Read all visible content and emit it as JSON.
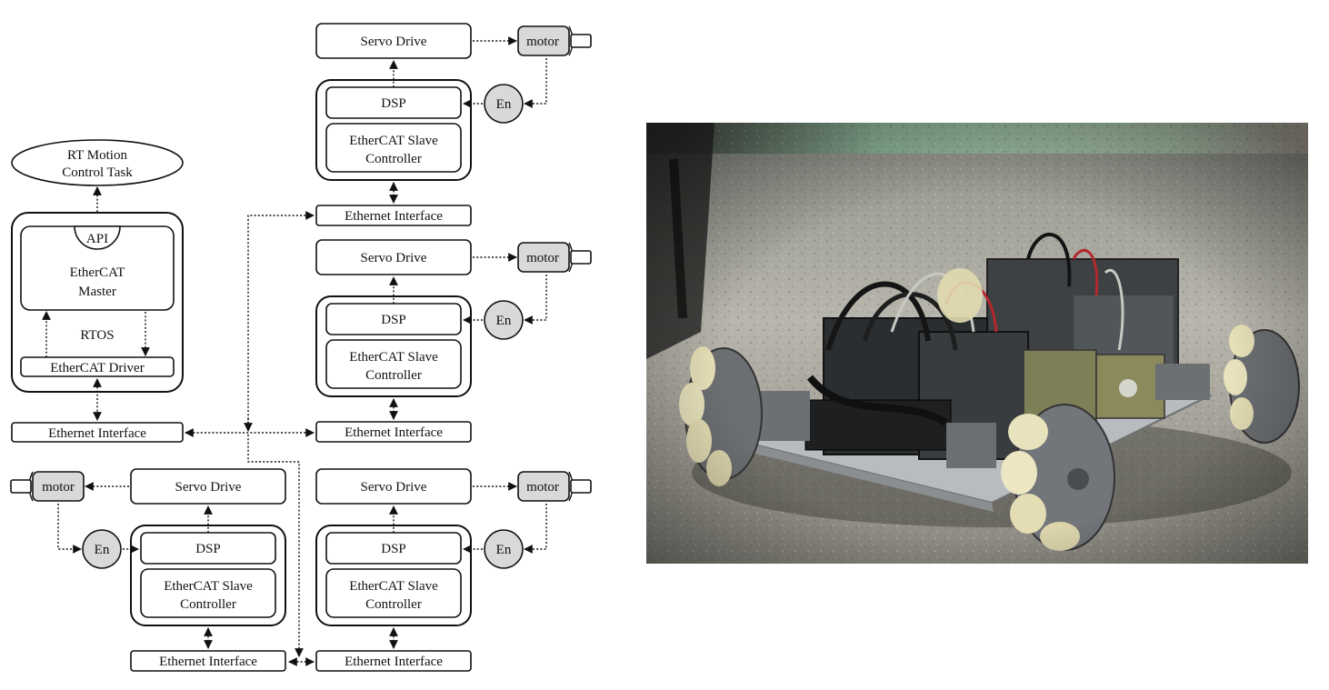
{
  "task": {
    "line1": "RT  Motion",
    "line2": "Control Task"
  },
  "master": {
    "api": "API",
    "line1": "EtherCAT",
    "line2": "Master",
    "rtos": "RTOS",
    "driver": "EtherCAT Driver",
    "ethernet": "Ethernet Interface"
  },
  "slaves": [
    {
      "servo": "Servo Drive",
      "motor": "motor",
      "encoder": "En",
      "dsp": "DSP",
      "esc1": "EtherCAT Slave",
      "esc2": "Controller",
      "ethernet": "Ethernet Interface"
    },
    {
      "servo": "Servo Drive",
      "motor": "motor",
      "encoder": "En",
      "dsp": "DSP",
      "esc1": "EtherCAT Slave",
      "esc2": "Controller",
      "ethernet": "Ethernet Interface"
    },
    {
      "servo": "Servo Drive",
      "motor": "motor",
      "encoder": "En",
      "dsp": "DSP",
      "esc1": "EtherCAT Slave",
      "esc2": "Controller",
      "ethernet": "Ethernet Interface"
    },
    {
      "servo": "Servo Drive",
      "motor": "motor",
      "encoder": "En",
      "dsp": "DSP",
      "esc1": "EtherCAT Slave",
      "esc2": "Controller",
      "ethernet": "Ethernet Interface"
    }
  ]
}
